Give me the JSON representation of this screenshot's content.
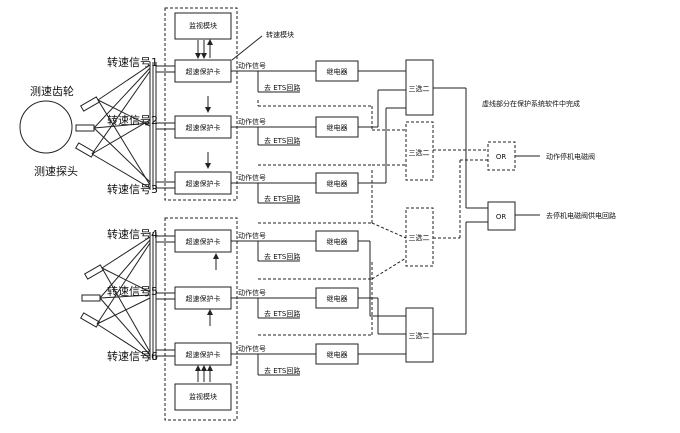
{
  "labels": {
    "gear": "测速齿轮",
    "probe": "测速探头",
    "speed_module": "转速模块",
    "software_note": "虚线部分在保护系统软件中完成",
    "stop_valve": "动作停机电磁阀",
    "supply_valve": "去停机电磁阀供电回路"
  },
  "monitor_top": "监视模块",
  "monitor_bottom": "监视模块",
  "signals": [
    "转速信号1",
    "转速信号2",
    "转速信号3",
    "转速信号4",
    "转速信号5",
    "转速信号6"
  ],
  "cards": [
    "超速保护卡",
    "超速保护卡",
    "超速保护卡",
    "超速保护卡",
    "超速保护卡",
    "超速保护卡"
  ],
  "action_signals": [
    "动作信号",
    "动作信号",
    "动作信号",
    "动作信号",
    "动作信号",
    "动作信号"
  ],
  "ets_loops": [
    "去 ETS回路",
    "去 ETS回路",
    "去 ETS回路",
    "去 ETS回路",
    "去 ETS回路",
    "去 ETS回路"
  ],
  "relays": [
    "继电器",
    "继电器",
    "继电器",
    "继电器",
    "继电器",
    "继电器"
  ],
  "voters": [
    "三选二",
    "三选二",
    "三选二",
    "三选二"
  ],
  "or_gates": [
    "OR",
    "OR"
  ]
}
